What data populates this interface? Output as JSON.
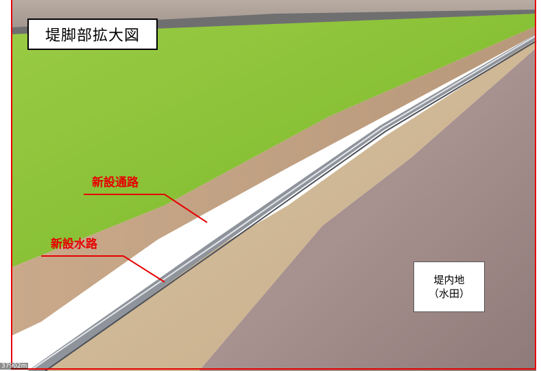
{
  "title": "堤脚部拡大図",
  "callouts": {
    "road": "新設通路",
    "channel": "新設水路"
  },
  "zone_label": {
    "line1": "堤内地",
    "line2": "（水田）"
  },
  "scale_text": "37902m",
  "colors": {
    "frame": "#e60000",
    "callout_text": "#e60000",
    "grass": "#8cc43a",
    "gravel": "#c8a98a",
    "paddy": "#a08c8c",
    "channel": "#8a8f98"
  }
}
